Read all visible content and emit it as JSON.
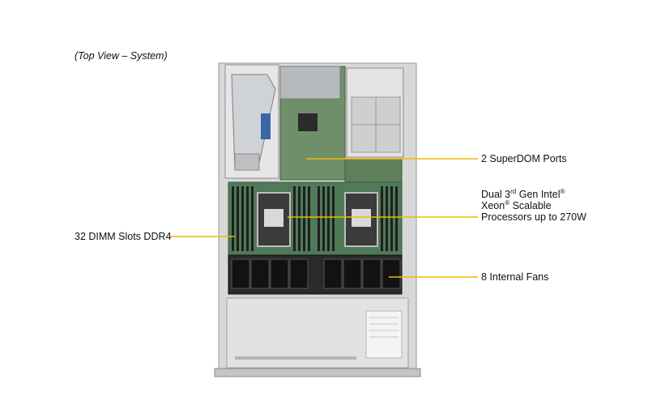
{
  "caption": "(Top View – System)",
  "callouts": {
    "superdom": "2 SuperDOM Ports",
    "cpu_line1_pre": "Dual 3",
    "cpu_line1_sup": "rd",
    "cpu_line1_post": " Gen Intel",
    "cpu_line2_pre": "Xeon",
    "cpu_line2_post": " Scalable",
    "cpu_line3": "Processors up to 270W",
    "registered_mark": "®",
    "fans": "8 Internal Fans",
    "dimm": "32 DIMM Slots DDR4"
  },
  "colors": {
    "callout_line": "#f2b705",
    "chassis": "#dcdcdc",
    "board": "#4f7a58",
    "fan": "#1c1c1c"
  }
}
